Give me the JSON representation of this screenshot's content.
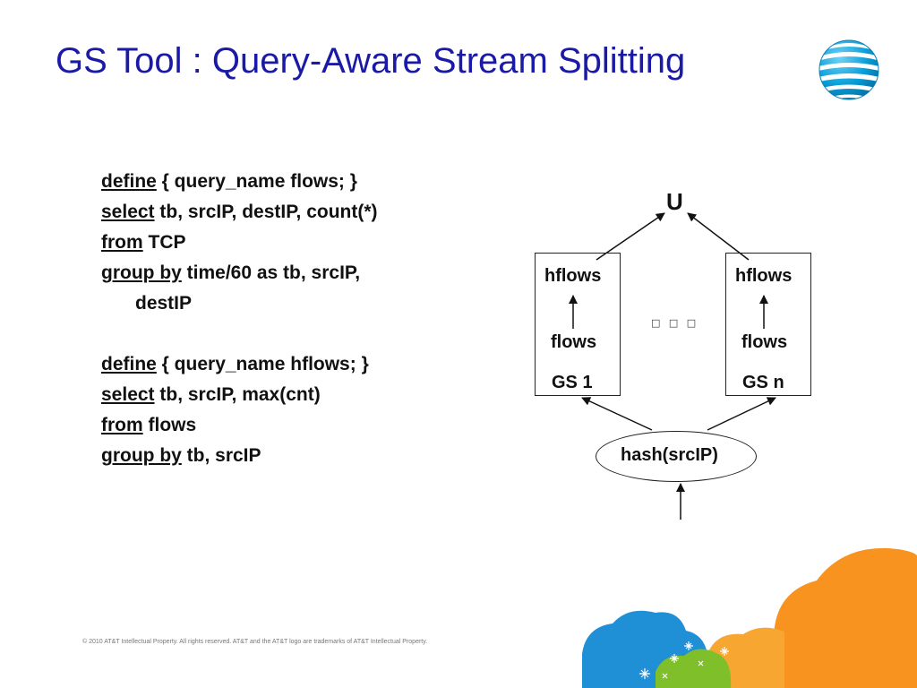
{
  "title": "GS Tool : Query-Aware Stream Splitting",
  "logo": {
    "icon": "att-globe-logo",
    "colors": [
      "#00a8e0",
      "#ffffff"
    ]
  },
  "code": {
    "lines": [
      {
        "kw": "define",
        "rest": " { query_name flows; }"
      },
      {
        "kw": "select",
        "rest": " tb, srcIP, destIP, count(*)"
      },
      {
        "kw": "from",
        "rest": " TCP"
      },
      {
        "kw": "group by",
        "rest": " time/60 as tb, srcIP,"
      },
      {
        "kw": "",
        "rest": "destIP"
      },
      {
        "kw": "define",
        "rest": " { query_name hflows; }"
      },
      {
        "kw": "select",
        "rest": " tb, srcIP, max(cnt)"
      },
      {
        "kw": "from",
        "rest": " flows"
      },
      {
        "kw": "group by",
        "rest": " tb, srcIP"
      }
    ]
  },
  "diagram": {
    "union_label": "U",
    "left_box": {
      "top_label": "hflows",
      "bottom_label": "flows",
      "name_label": "GS 1"
    },
    "right_box": {
      "top_label": "hflows",
      "bottom_label": "flows",
      "name_label": "GS n"
    },
    "ellipsis": "□ □ □",
    "splitter_label": "hash(srcIP)"
  },
  "footer": "© 2010 AT&T Intellectual Property. All rights reserved. AT&T and the AT&T logo are trademarks of AT&T Intellectual Property.",
  "colors": {
    "title": "#1a1aa6",
    "orange": "#f7931e",
    "blue": "#1f8fd6",
    "green": "#7fbf2a"
  }
}
